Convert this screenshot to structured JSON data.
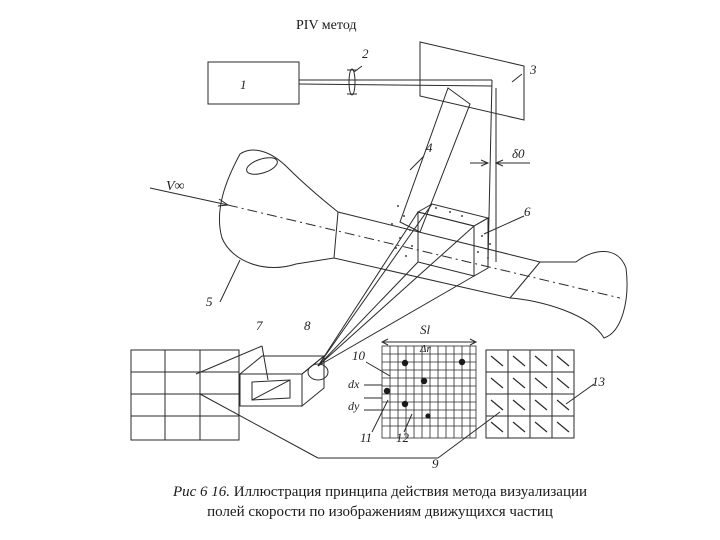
{
  "title": "PIV метод",
  "labels": {
    "n1": "1",
    "n2": "2",
    "n3": "3",
    "n4": "4",
    "n5": "5",
    "n6": "6",
    "n7": "7",
    "n8": "8",
    "n9": "9",
    "n10": "10",
    "n11": "11",
    "n12": "12",
    "n13": "13",
    "v_inf": "V∞",
    "delta0": "δ0",
    "s_l": "Sl",
    "delta_r": "Δr",
    "d_x": "dx",
    "d_y": "dy"
  },
  "caption": {
    "fig_ref": "Рис 6 16.",
    "line1_text": "Иллюстрация принципа действия метода визуализации",
    "line2_text": "полей скорости по изображениям движущихся частиц"
  }
}
